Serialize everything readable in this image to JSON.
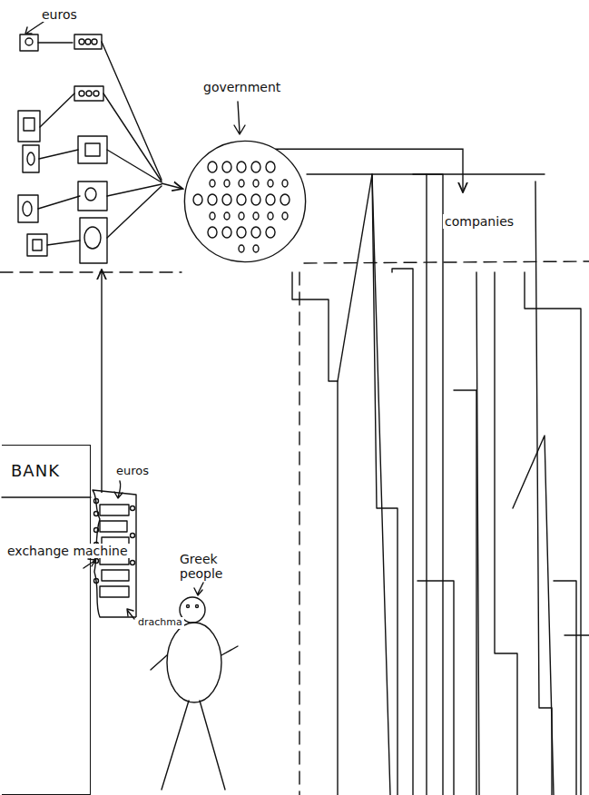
{
  "diagram": {
    "nodes": [
      {
        "text": [
          "euros"
        ]
      },
      {
        "text": [
          "government"
        ]
      },
      {
        "text": [
          "companies"
        ]
      },
      {
        "text": [
          "BANK"
        ]
      },
      {
        "text": [
          "exchange machine"
        ]
      }
    ],
    "edges": [
      {
        "from": 4,
        "to": 0,
        "arrow": "to"
      },
      {
        "from": 0,
        "to": 1,
        "arrow": "to"
      },
      {
        "from": 1,
        "to": 2,
        "arrow": "to"
      }
    ],
    "labels": [
      "euros",
      "drachma",
      "Greek people"
    ]
  }
}
